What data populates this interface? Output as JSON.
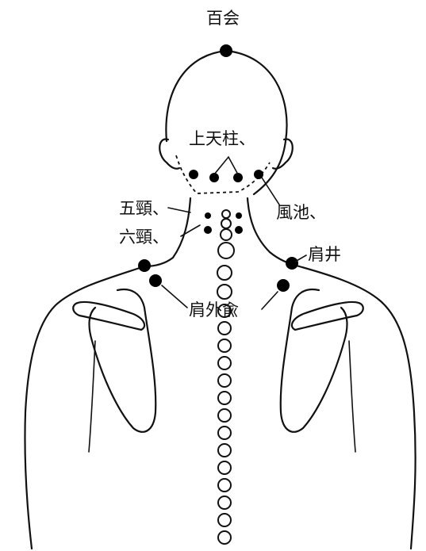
{
  "labels": {
    "baihui": "百会",
    "kami_tenchu": "上天柱、",
    "fuchi": "風池、",
    "go_kei": "五頸、",
    "roku_kei": "六頸、",
    "kensei": "肩井",
    "ken_gai_yu": "肩外兪"
  },
  "colors": {
    "ink": "#111111",
    "background": "#ffffff"
  }
}
